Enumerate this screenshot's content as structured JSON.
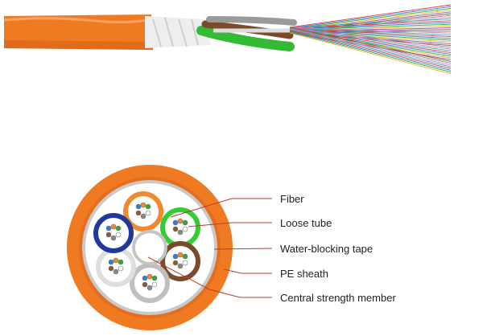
{
  "labels": [
    "Fiber",
    "Loose tube",
    "Water-blocking tape",
    "PE sheath",
    "Central strength member"
  ],
  "colors": {
    "sheath": "#f07a22",
    "sheath_dark": "#d4621a",
    "inner_gray": "#c9c9c9",
    "leader": "#c0392b",
    "tube_orange": "#f08a2c",
    "tube_green": "#33cc33",
    "tube_brown": "#7a4a2a",
    "tube_gray": "#bfbfbf",
    "tube_white": "#eeeeee",
    "tube_blue": "#1f3a9c",
    "fiber_green": "#2faa2f",
    "fiber_bundle": [
      "#e23b3b",
      "#2f7de0",
      "#2faa2f",
      "#f0b020",
      "#8a4fd0",
      "#8a5a2b",
      "#888888",
      "#e07ad0",
      "#30b0b0"
    ]
  }
}
